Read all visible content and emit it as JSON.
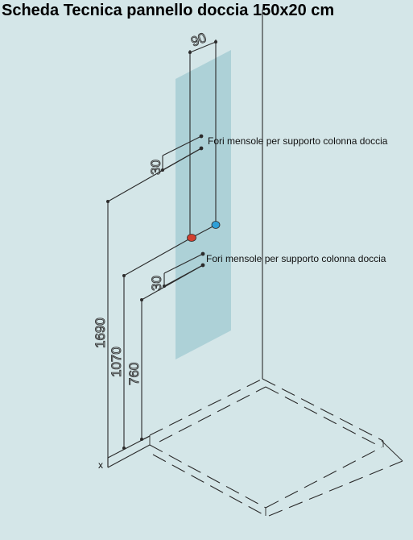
{
  "title": "Scheda Tecnica pannello doccia 150x20 cm",
  "dimensions": {
    "top_width": "90",
    "upper_spacing": "30",
    "lower_spacing": "30",
    "height_total": "1690",
    "height_mid": "1070",
    "height_low": "760",
    "origin": "x"
  },
  "callouts": {
    "upper": "Fori mensole per supporto colonna doccia",
    "lower": "Fori mensole per supporto colonna doccia"
  },
  "colors": {
    "background": "#d4e6e8",
    "panel": "#7fb8c4",
    "hot_inlet": "#d2402f",
    "cold_inlet": "#2e9fd6",
    "lines": "#2b2b2b"
  }
}
